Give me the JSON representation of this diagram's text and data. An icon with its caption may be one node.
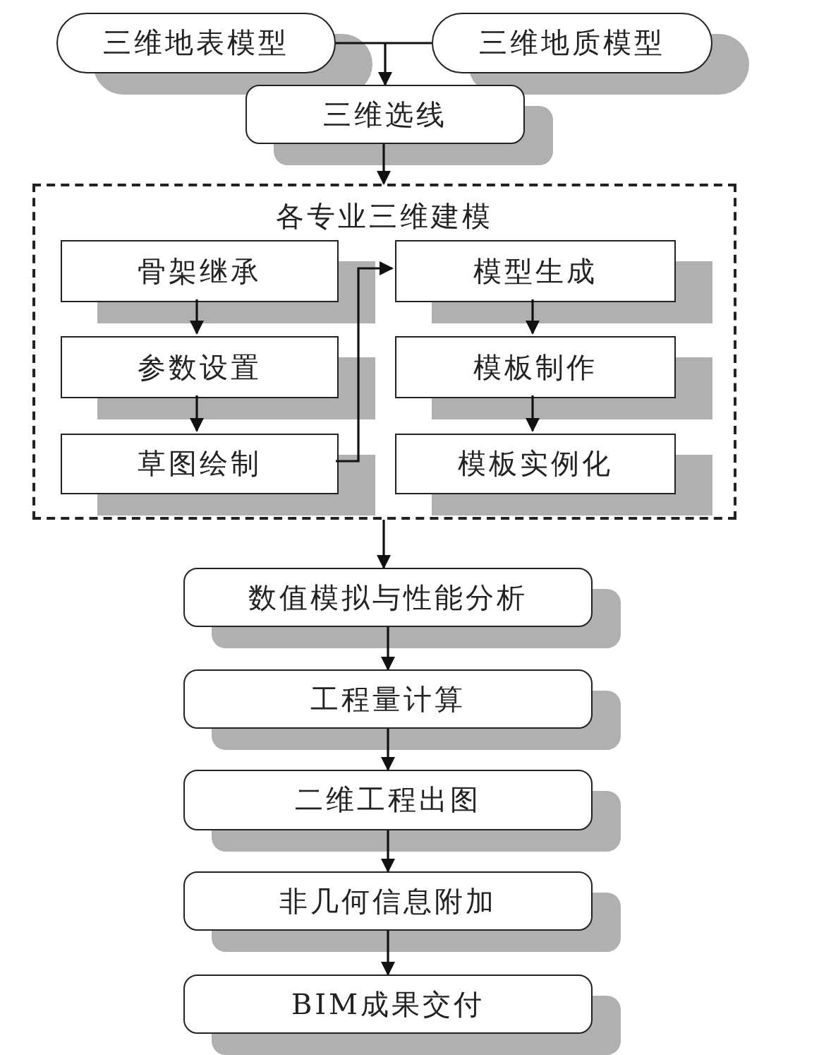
{
  "diagram": {
    "nodes": [
      {
        "text": [
          "三维地表模型"
        ]
      },
      {
        "text": [
          "三维地质模型"
        ]
      },
      {
        "text": [
          "三维选线"
        ]
      },
      {
        "text": [
          "各专业三维建模"
        ]
      },
      {
        "text": [
          "骨架继承"
        ],
        "in": 3
      },
      {
        "text": [
          "参数设置"
        ],
        "in": 3
      },
      {
        "text": [
          "草图绘制"
        ],
        "in": 3
      },
      {
        "text": [
          "模型生成"
        ],
        "in": 3
      },
      {
        "text": [
          "模板制作"
        ],
        "in": 3
      },
      {
        "text": [
          "模板实例化"
        ],
        "in": 3
      },
      {
        "text": [
          "数值模拟与性能分析"
        ]
      },
      {
        "text": [
          "工程量计算"
        ]
      },
      {
        "text": [
          "二维工程出图"
        ]
      },
      {
        "text": [
          "非几何信息附加"
        ]
      },
      {
        "text": [
          "BIM成果交付"
        ]
      }
    ],
    "edges": [
      {
        "from": 0,
        "to": 2,
        "arrow": "to"
      },
      {
        "from": 1,
        "to": 2,
        "arrow": "to"
      },
      {
        "from": 2,
        "to": 3,
        "arrow": "to"
      },
      {
        "from": 4,
        "to": 5,
        "arrow": "to"
      },
      {
        "from": 5,
        "to": 6,
        "arrow": "to"
      },
      {
        "from": 6,
        "to": 7,
        "arrow": "to"
      },
      {
        "from": 7,
        "to": 8,
        "arrow": "to"
      },
      {
        "from": 8,
        "to": 9,
        "arrow": "to"
      },
      {
        "from": 3,
        "to": 10,
        "arrow": "to"
      },
      {
        "from": 10,
        "to": 11,
        "arrow": "to"
      },
      {
        "from": 11,
        "to": 12,
        "arrow": "to"
      },
      {
        "from": 12,
        "to": 13,
        "arrow": "to"
      },
      {
        "from": 13,
        "to": 14,
        "arrow": "to"
      }
    ]
  }
}
